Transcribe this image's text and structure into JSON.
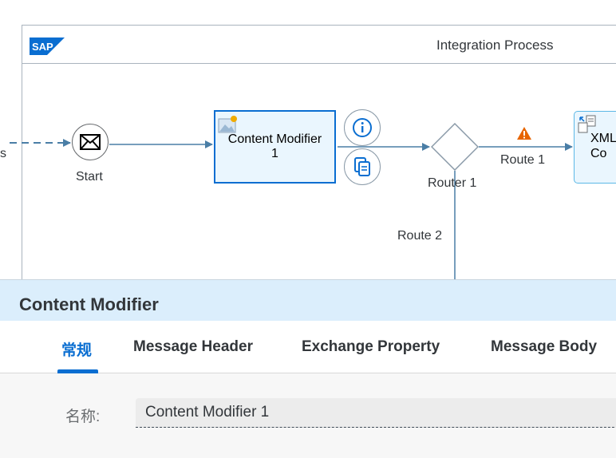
{
  "canvas": {
    "pool_title": "Integration Process",
    "sap_logo_text": "SAP",
    "partial_left_label": "s",
    "start_label": "Start",
    "content_modifier_label_line1": "Content Modifier",
    "content_modifier_label_line2": "1",
    "router_label": "Router 1",
    "route1_label": "Route 1",
    "route2_label": "Route 2",
    "xml_label_line1": "XML",
    "xml_label_line2": "Co",
    "warning_color": "#e76500",
    "accent_color": "#0a6ed1",
    "icons": [
      "envelope-icon",
      "info-icon",
      "copy-icon",
      "warning-icon"
    ]
  },
  "panel": {
    "title": "Content Modifier",
    "tabs": [
      {
        "label": "常规",
        "active": true
      },
      {
        "label": "Message Header",
        "active": false
      },
      {
        "label": "Exchange Property",
        "active": false
      },
      {
        "label": "Message Body",
        "active": false
      }
    ],
    "name_label": "名称:",
    "name_value": "Content Modifier 1"
  }
}
